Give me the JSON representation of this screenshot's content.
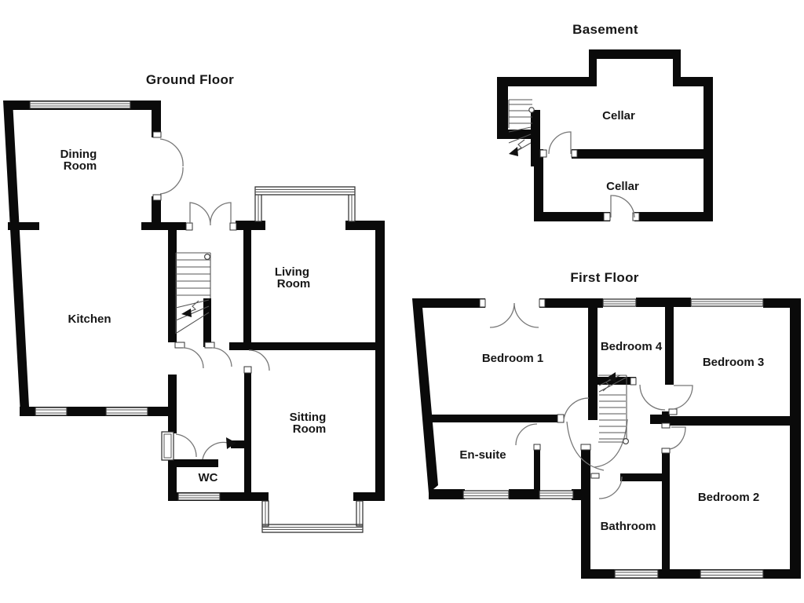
{
  "colors": {
    "wall": "#0a0a0a",
    "background": "#ffffff",
    "thin_line": "#555555",
    "arc_line": "#777777"
  },
  "floors": {
    "ground": {
      "title": "Ground Floor",
      "rooms": {
        "dining": {
          "line1": "Dining",
          "line2": "Room"
        },
        "kitchen": "Kitchen",
        "living": {
          "line1": "Living",
          "line2": "Room"
        },
        "sitting": {
          "line1": "Sitting",
          "line2": "Room"
        },
        "wc": "WC"
      }
    },
    "basement": {
      "title": "Basement",
      "rooms": {
        "cellar_upper": "Cellar",
        "cellar_lower": "Cellar"
      }
    },
    "first": {
      "title": "First Floor",
      "rooms": {
        "bedroom1": "Bedroom 1",
        "bedroom2": "Bedroom 2",
        "bedroom3": "Bedroom 3",
        "bedroom4": "Bedroom 4",
        "ensuite": "En-suite",
        "bathroom": "Bathroom"
      }
    }
  }
}
